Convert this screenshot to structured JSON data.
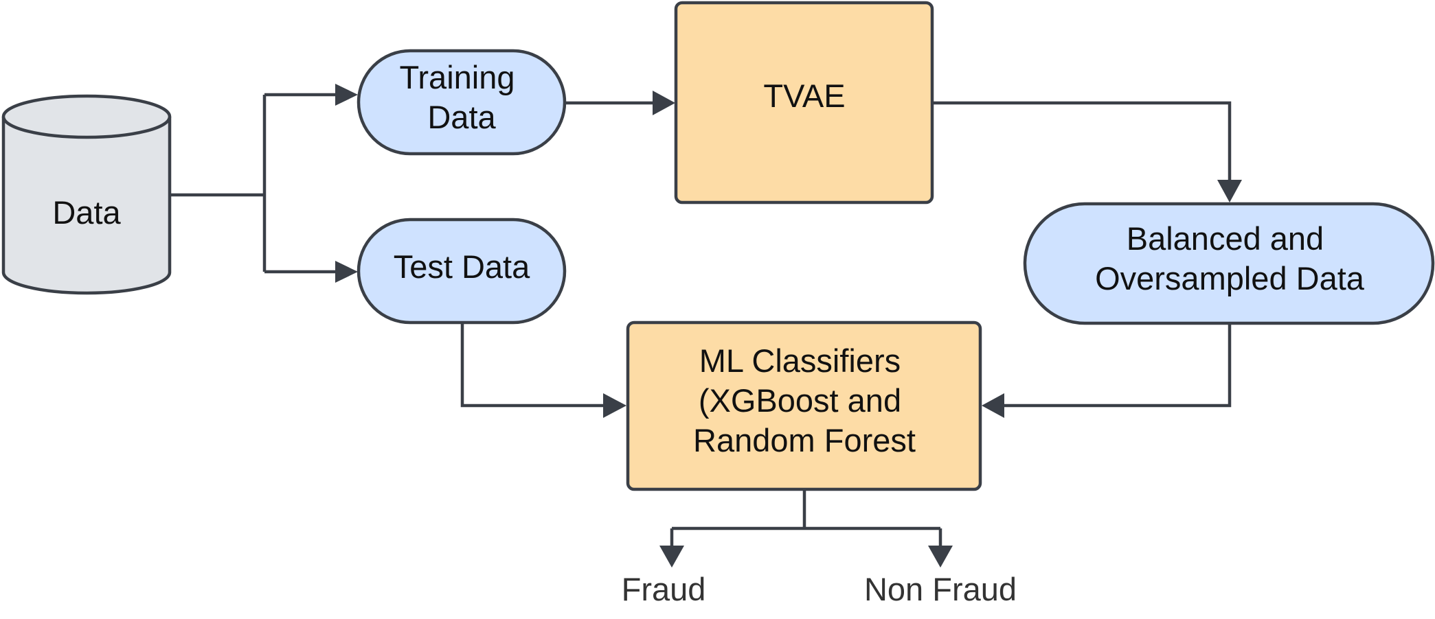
{
  "colors": {
    "outline": "#3a3f47",
    "database_fill": "#e1e4e8",
    "data_node_fill": "#cfe2ff",
    "process_node_fill": "#fddca6",
    "text": "#111111",
    "output_text": "#333333"
  },
  "nodes": {
    "data": {
      "label": "Data"
    },
    "training_data": {
      "lines": [
        "Training",
        "Data"
      ]
    },
    "test_data": {
      "label": "Test Data"
    },
    "tvae": {
      "label": "TVAE"
    },
    "balanced_data": {
      "lines": [
        "Balanced and",
        "Oversampled Data"
      ]
    },
    "ml_classifiers": {
      "lines": [
        "ML Classifiers",
        "(XGBoost and",
        "Random Forest"
      ]
    }
  },
  "outputs": {
    "fraud": "Fraud",
    "non_fraud": "Non Fraud"
  }
}
